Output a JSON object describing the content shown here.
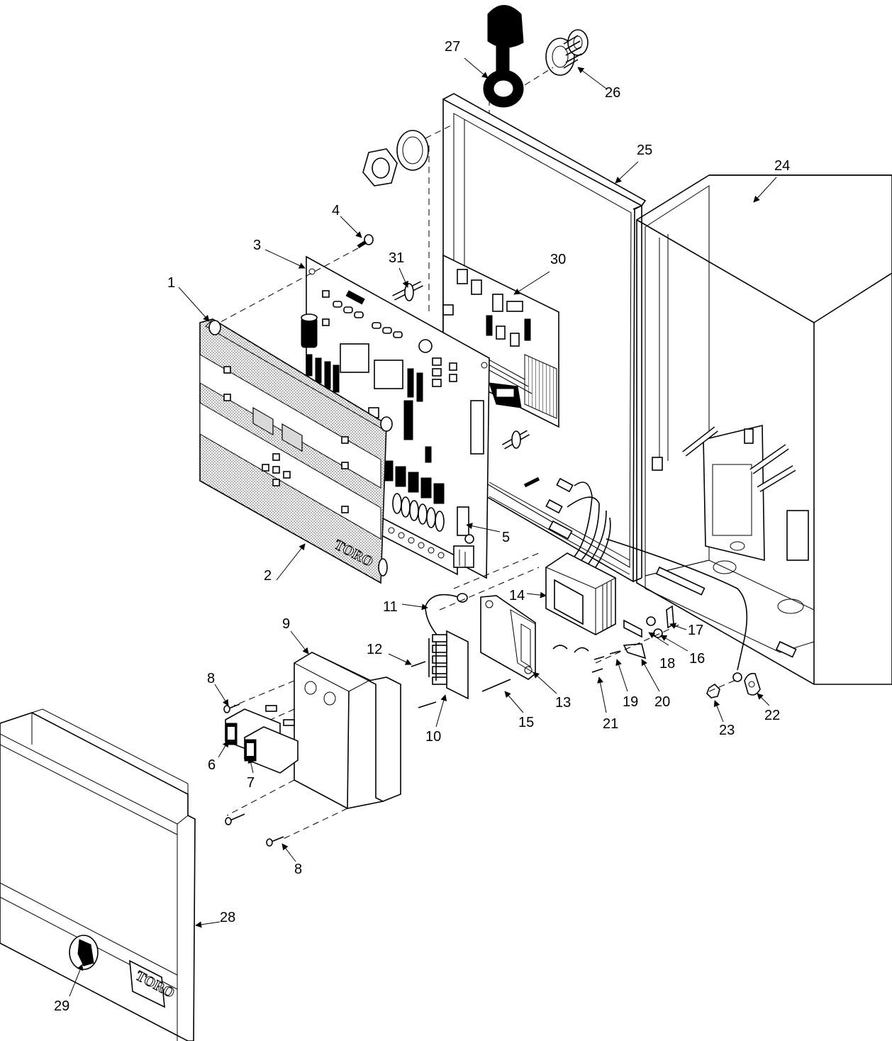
{
  "brand": {
    "logo_text": "TORO"
  },
  "callouts": [
    {
      "id": "c1",
      "label": "1"
    },
    {
      "id": "c2",
      "label": "2"
    },
    {
      "id": "c3",
      "label": "3"
    },
    {
      "id": "c4",
      "label": "4"
    },
    {
      "id": "c5",
      "label": "5"
    },
    {
      "id": "c6",
      "label": "6"
    },
    {
      "id": "c7",
      "label": "7"
    },
    {
      "id": "c8a",
      "label": "8"
    },
    {
      "id": "c8b",
      "label": "8"
    },
    {
      "id": "c9",
      "label": "9"
    },
    {
      "id": "c10",
      "label": "10"
    },
    {
      "id": "c11",
      "label": "11"
    },
    {
      "id": "c12",
      "label": "12"
    },
    {
      "id": "c13",
      "label": "13"
    },
    {
      "id": "c14",
      "label": "14"
    },
    {
      "id": "c15",
      "label": "15"
    },
    {
      "id": "c16",
      "label": "16"
    },
    {
      "id": "c17",
      "label": "17"
    },
    {
      "id": "c18",
      "label": "18"
    },
    {
      "id": "c19",
      "label": "19"
    },
    {
      "id": "c20",
      "label": "20"
    },
    {
      "id": "c21",
      "label": "21"
    },
    {
      "id": "c22",
      "label": "22"
    },
    {
      "id": "c23",
      "label": "23"
    },
    {
      "id": "c24",
      "label": "24"
    },
    {
      "id": "c25",
      "label": "25"
    },
    {
      "id": "c26",
      "label": "26"
    },
    {
      "id": "c27",
      "label": "27"
    },
    {
      "id": "c28",
      "label": "28"
    },
    {
      "id": "c29",
      "label": "29"
    },
    {
      "id": "c30",
      "label": "30"
    },
    {
      "id": "c31",
      "label": "31"
    }
  ]
}
